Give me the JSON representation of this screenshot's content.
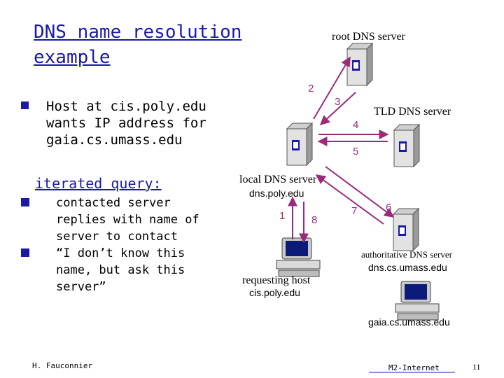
{
  "title": "DNS name resolution example",
  "bullet": "Host at cis.poly.edu wants IP address for gaia.cs.umass.edu",
  "iterated_title": "iterated query:",
  "sub_items": [
    "contacted server replies with name of server to contact",
    "“I don’t know this name, but ask this server”"
  ],
  "servers": {
    "root": "root DNS server",
    "tld": "TLD DNS server",
    "local": "local DNS server",
    "local_host": "dns.poly.edu",
    "auth": "authoritative DNS server",
    "auth_host": "dns.cs.umass.edu",
    "requesting": "requesting host",
    "requesting_host": "cis.poly.edu",
    "gaia": "gaia.cs.umass.edu"
  },
  "steps": [
    "1",
    "2",
    "3",
    "4",
    "5",
    "6",
    "7",
    "8"
  ],
  "footer": {
    "author": "H. Fauconnier",
    "course": "M2-Internet",
    "page": "11"
  },
  "colors": {
    "title": "#1a1aa6",
    "arrow": "#9a2a7a"
  }
}
